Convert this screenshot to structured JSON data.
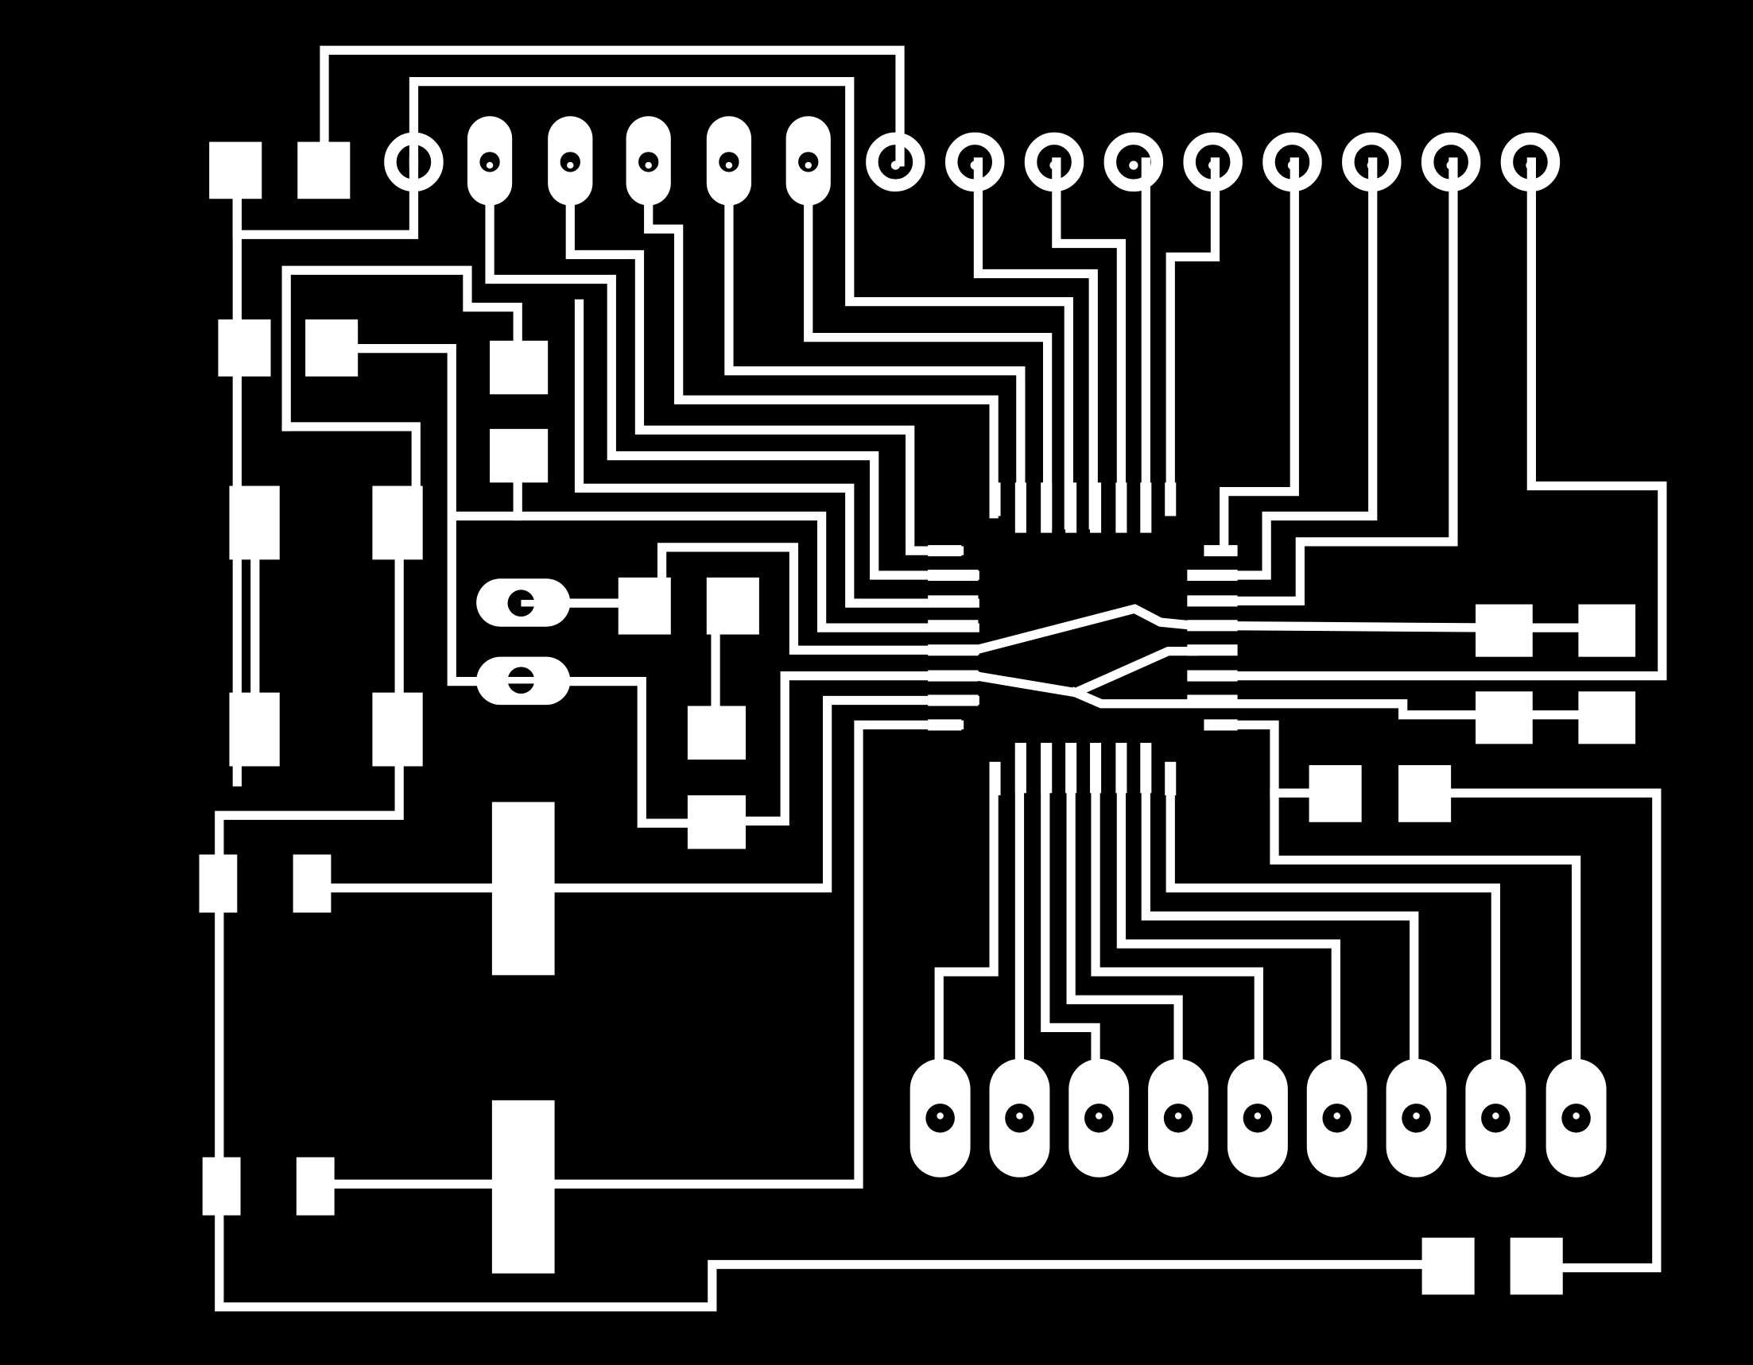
{
  "board": {
    "background": "#000000",
    "copper": "#ffffff",
    "components": {
      "header_top": {
        "pins": 15
      },
      "header_bottom": {
        "pins": 9
      },
      "ic": {
        "pins_per_side": 8
      },
      "crystal": {
        "pads": 2
      },
      "large_pads": 2
    }
  }
}
